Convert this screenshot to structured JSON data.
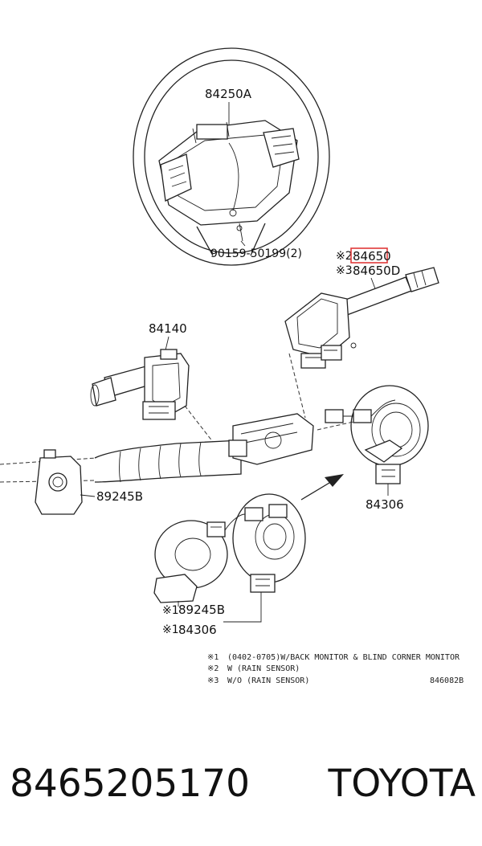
{
  "labels": {
    "steering_wheel": "84250A",
    "screw": "90159-50199(2)",
    "wiper_switch_mark2": "※2",
    "wiper_switch": "84650",
    "wiper_switch_alt_mark3": "※3",
    "wiper_switch_alt": "84650D",
    "headlamp_switch": "84140",
    "angle_sensor": "89245B",
    "spiral_cable": "84306",
    "angle_sensor_alt_mark1": "※1",
    "angle_sensor_alt": "89245B",
    "spiral_cable_alt_mark1": "※1",
    "spiral_cable_alt": "84306"
  },
  "notes": [
    {
      "mark": "※1",
      "text": "(0402-0705)W/BACK MONITOR & BLIND CORNER MONITOR"
    },
    {
      "mark": "※2",
      "text": "W (RAIN SENSOR)"
    },
    {
      "mark": "※3",
      "text": "W/O (RAIN SENSOR)"
    }
  ],
  "figure_code": "846082B",
  "caption": {
    "part_number": "8465205170",
    "brand": "TOYOTA"
  },
  "colors": {
    "line": "#222222",
    "highlight_box": "#e03a3a"
  }
}
